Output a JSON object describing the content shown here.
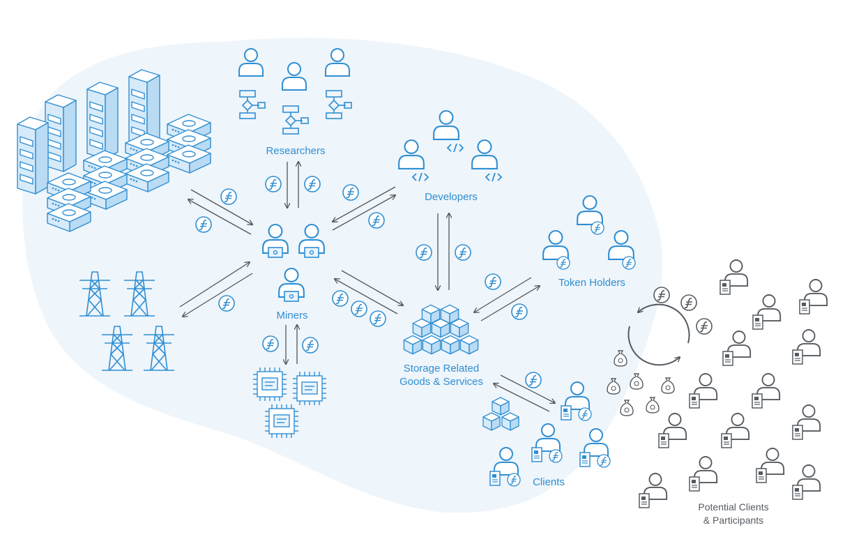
{
  "labels": {
    "researchers": "Researchers",
    "developers": "Developers",
    "token_holders": "Token Holders",
    "miners": "Miners",
    "storage_line1": "Storage Related",
    "storage_line2": "Goods & Services",
    "clients": "Clients",
    "potential_line1": "Potential Clients",
    "potential_line2": "& Participants"
  },
  "colors": {
    "accent": "#2f8ed2",
    "accent_fill": "#e8f3fc",
    "blob": "#eef5fb",
    "arrow": "#555555",
    "gray": "#555a60"
  },
  "icons": {
    "coin": "filecoin-coin-icon",
    "person": "person-icon",
    "server": "server-rack-icon",
    "tower": "power-tower-icon",
    "chip": "chip-icon",
    "cube": "storage-cube-icon",
    "moneybag": "money-bag-icon",
    "cycle": "cycle-arrows-icon"
  }
}
